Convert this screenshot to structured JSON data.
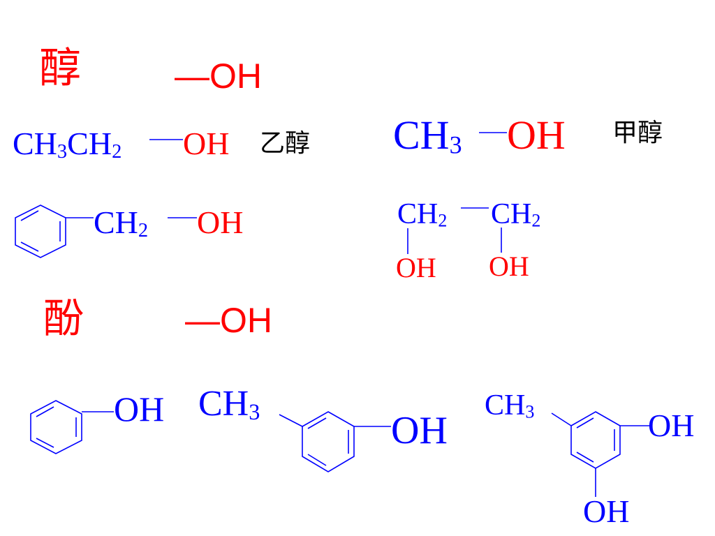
{
  "sections": {
    "alcohol": {
      "heading": "醇",
      "group": "—OH"
    },
    "phenol": {
      "heading": "酚",
      "group": "—OH"
    }
  },
  "labels": {
    "ethanol_name": "乙醇",
    "methanol_name": "甲醇"
  },
  "atoms": {
    "CH": "CH",
    "OH": "OH",
    "two": "2",
    "three": "3"
  },
  "colors": {
    "heading": "#ff0000",
    "carbon": "#0000ff",
    "hydroxyl": "#ff0000",
    "phenol_text": "#0000ff",
    "bond": "#0000ff"
  }
}
